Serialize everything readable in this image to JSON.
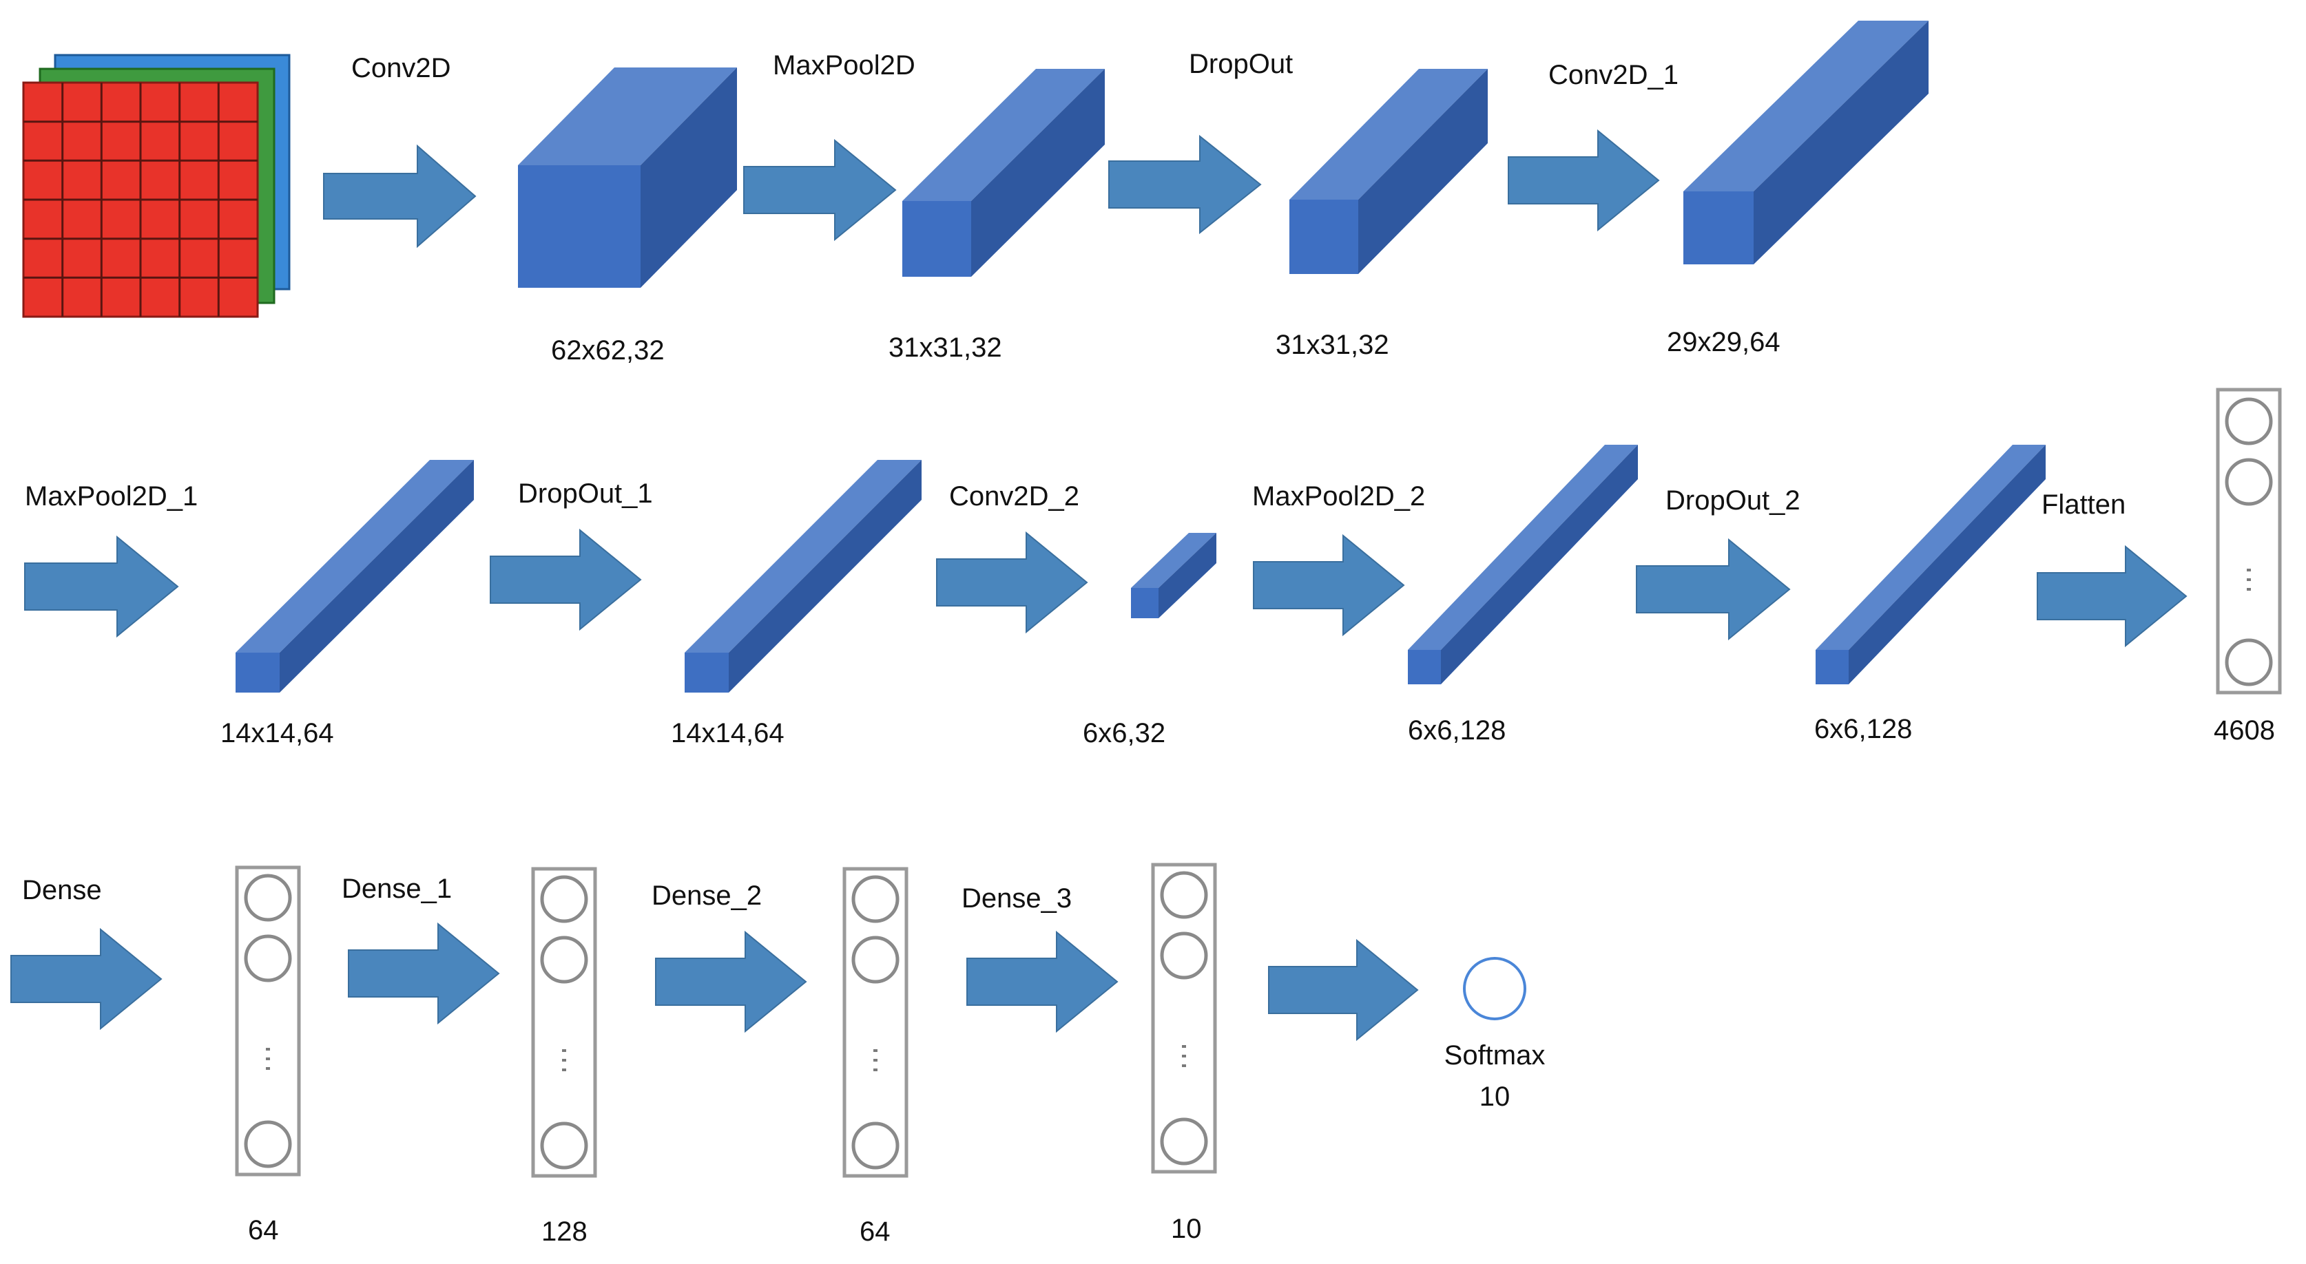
{
  "diagram": {
    "row1": {
      "layers": [
        "Conv2D",
        "MaxPool2D",
        "DropOut",
        "Conv2D_1"
      ],
      "shapes": [
        "62x62,32",
        "31x31,32",
        "31x31,32",
        "29x29,64"
      ]
    },
    "row2": {
      "layers": [
        "MaxPool2D_1",
        "DropOut_1",
        "Conv2D_2",
        "MaxPool2D_2",
        "DropOut_2",
        "Flatten"
      ],
      "shapes": [
        "14x14,64",
        "14x14,64",
        "6x6,32",
        "6x6,128",
        "6x6,128",
        "4608"
      ]
    },
    "row3": {
      "layers": [
        "Dense",
        "Dense_1",
        "Dense_2",
        "Dense_3"
      ],
      "units": [
        "64",
        "128",
        "64",
        "10"
      ],
      "output_name": "Softmax",
      "output_units": "10"
    },
    "colors": {
      "arrow": "#4a86bd",
      "block_front": "#3e6fc2",
      "block_top": "#5b86cc",
      "block_side": "#2f58a0",
      "input_red": "#e8332a",
      "input_green": "#3f9a3f",
      "input_blue": "#3a8ad8"
    }
  }
}
